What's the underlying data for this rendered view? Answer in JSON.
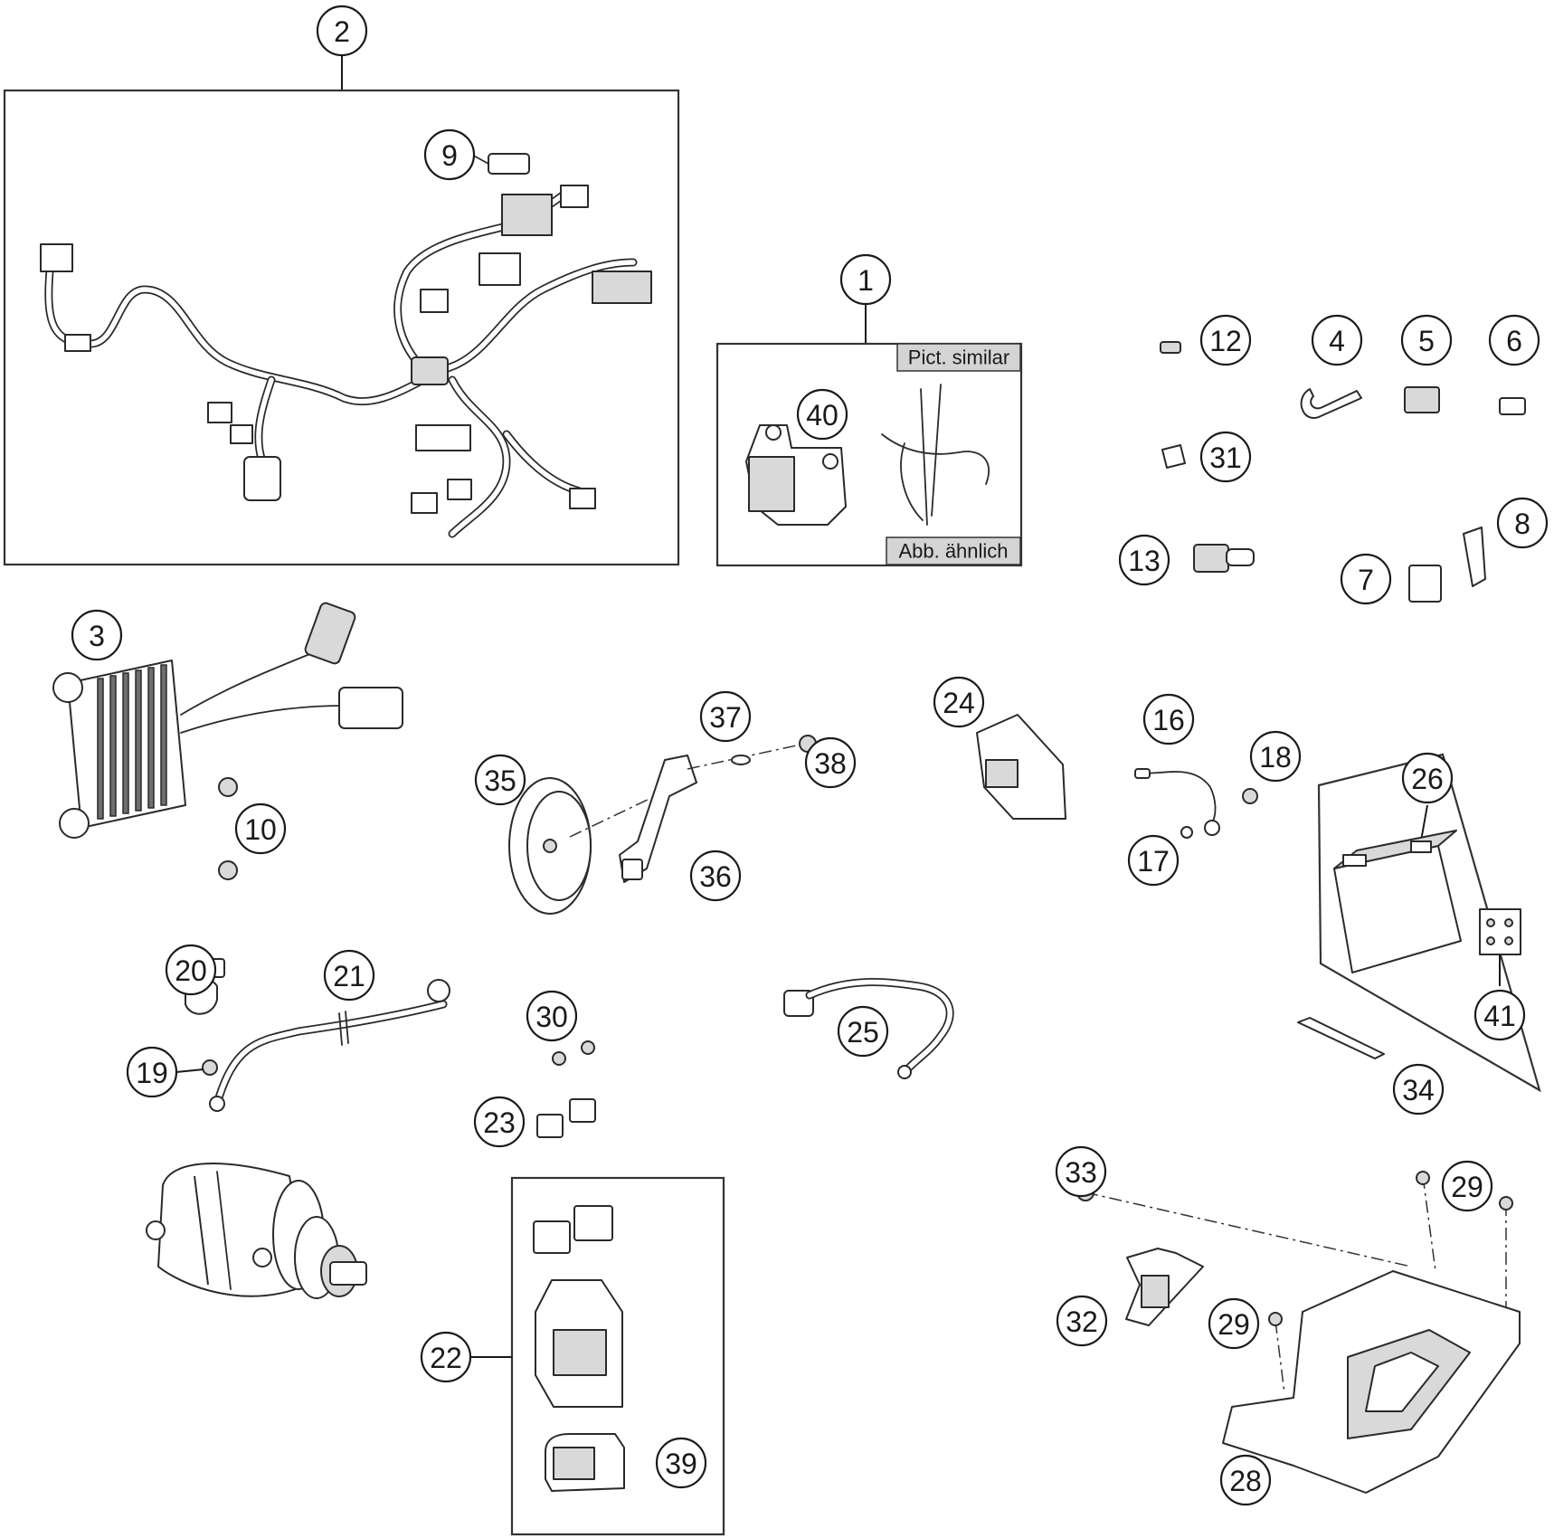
{
  "diagram": {
    "group_tags": {
      "pict_similar": "Pict. similar",
      "abb_aehnlich": "Abb. ähnlich"
    },
    "callouts": {
      "c1": "1",
      "c2": "2",
      "c3": "3",
      "c4": "4",
      "c5": "5",
      "c6": "6",
      "c7": "7",
      "c8": "8",
      "c9": "9",
      "c10": "10",
      "c12": "12",
      "c13": "13",
      "c16": "16",
      "c17": "17",
      "c18": "18",
      "c19": "19",
      "c20": "20",
      "c21": "21",
      "c22": "22",
      "c23": "23",
      "c24": "24",
      "c25": "25",
      "c26": "26",
      "c28": "28",
      "c29a": "29",
      "c29b": "29",
      "c30": "30",
      "c31": "31",
      "c32": "32",
      "c33": "33",
      "c34": "34",
      "c35": "35",
      "c36": "36",
      "c37": "37",
      "c38": "38",
      "c39": "39",
      "c40": "40",
      "c41": "41"
    }
  }
}
